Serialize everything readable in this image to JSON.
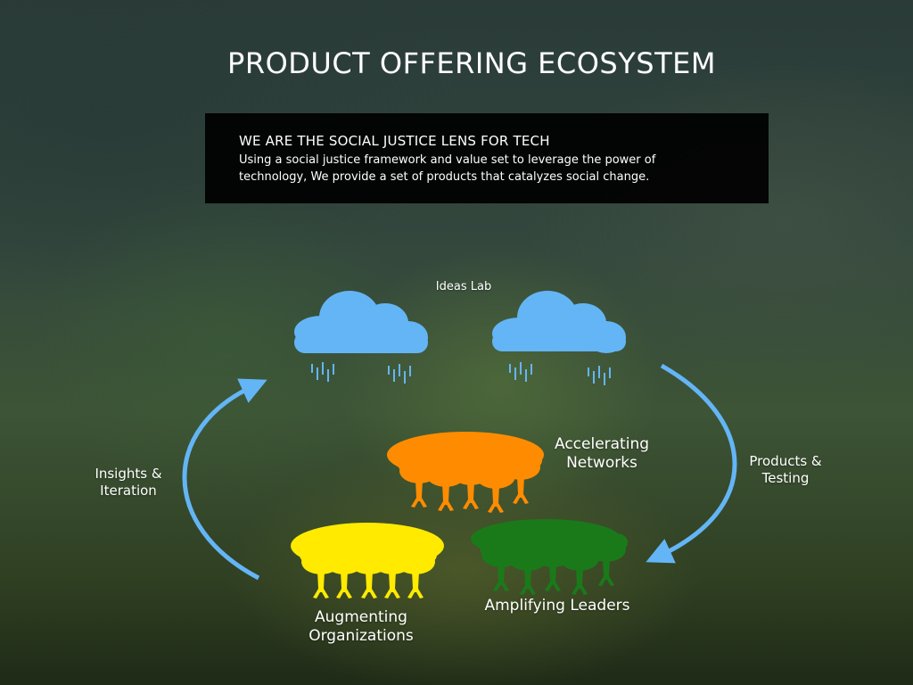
{
  "page_title": "PRODUCT OFFERING ECOSYSTEM",
  "info_box": {
    "heading": "WE ARE THE SOCIAL JUSTICE LENS FOR TECH",
    "line1": "Using a social justice framework and value set  to leverage the power of",
    "line2": "technology, We provide a set of products that catalyzes social change."
  },
  "diagram": {
    "ideas_lab": "Ideas Lab",
    "accelerating": {
      "line1": "Accelerating",
      "line2": "Networks"
    },
    "augmenting": {
      "line1": "Augmenting",
      "line2": "Organizations"
    },
    "amplifying": "Amplifying Leaders",
    "insights": {
      "line1": "Insights &",
      "line2": "Iteration"
    },
    "products": {
      "line1": "Products &",
      "line2": "Testing"
    }
  },
  "colors": {
    "cloud": "#64b5f6",
    "arrow": "#64b5f6",
    "accelerating_trees": "#ff8c00",
    "augmenting_trees": "#ffea00",
    "amplifying_trees": "#1a7a1a"
  },
  "icons": [
    "cloud-icon",
    "rain-icon",
    "tree-group-icon",
    "curved-arrow-icon"
  ]
}
